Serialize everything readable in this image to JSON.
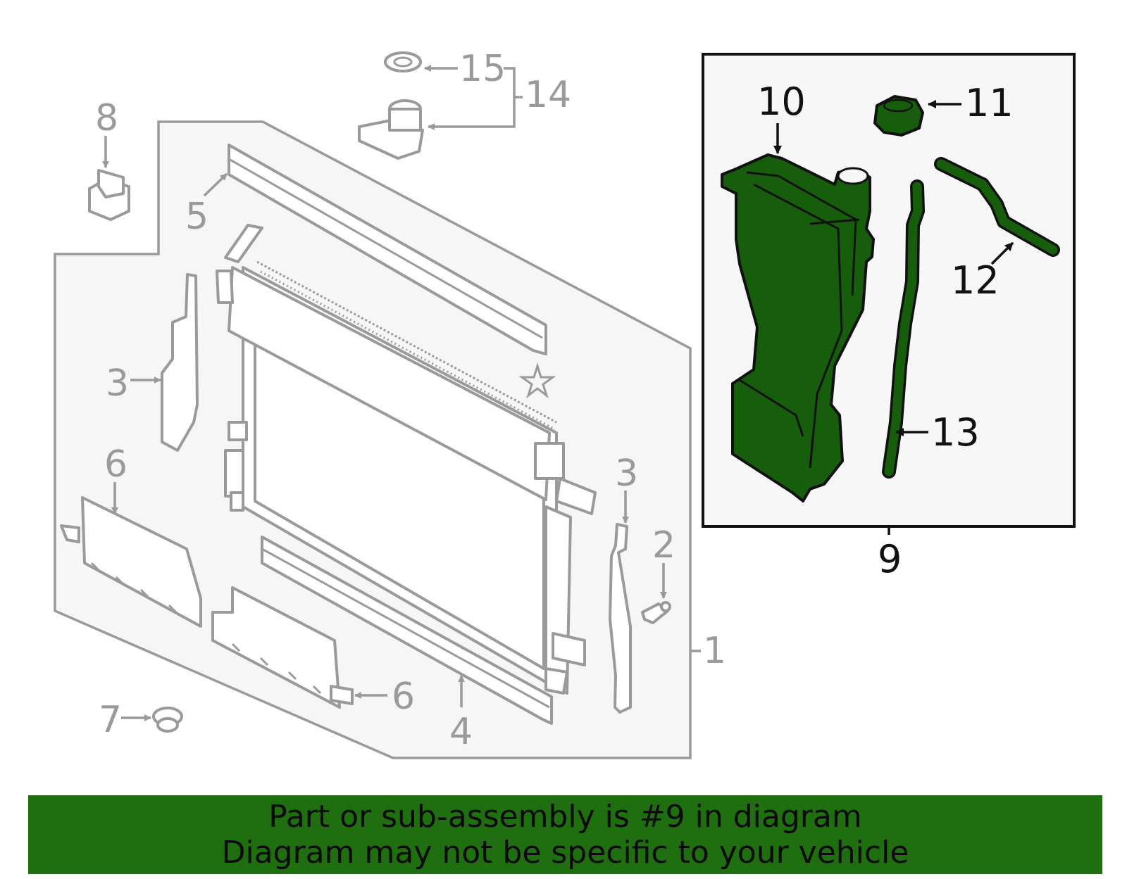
{
  "callouts": {
    "c1": "1",
    "c2": "2",
    "c3a": "3",
    "c3b": "3",
    "c4": "4",
    "c5": "5",
    "c6a": "6",
    "c6b": "6",
    "c7": "7",
    "c8": "8",
    "c9": "9",
    "c10": "10",
    "c11": "11",
    "c12": "12",
    "c13": "13",
    "c14": "14",
    "c15": "15"
  },
  "colors": {
    "highlight": "#165e0c",
    "banner_background": "#1f6f10",
    "callout_grey": "#9a9a9a",
    "callout_black": "#111111"
  },
  "banner": {
    "line1": "Part or sub-assembly is #9 in diagram",
    "line2": "Diagram may not be specific to your vehicle"
  }
}
